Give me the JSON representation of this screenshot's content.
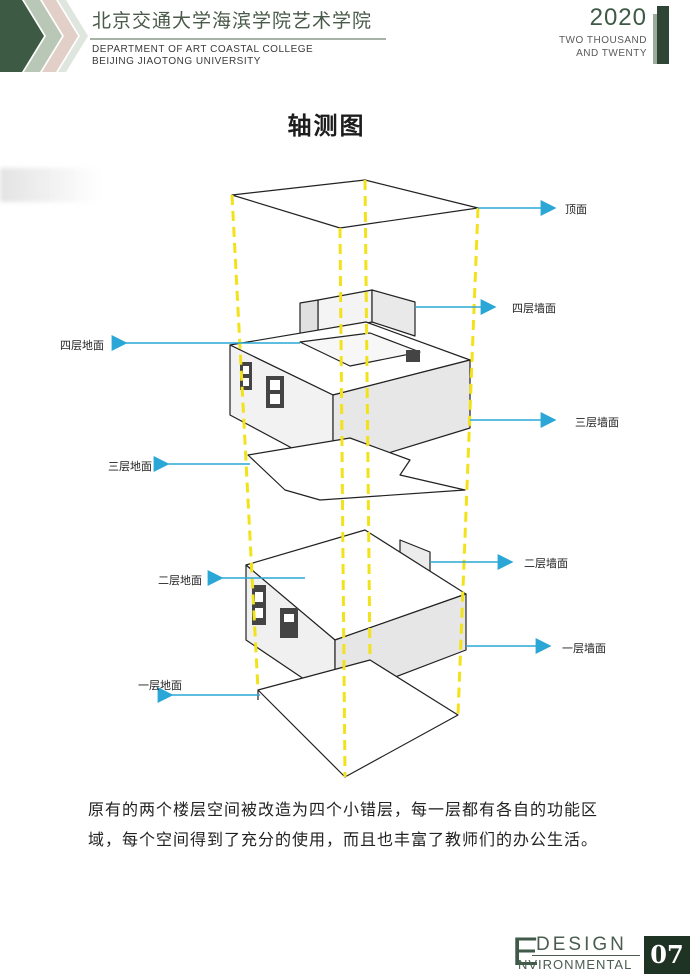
{
  "header": {
    "cn_title": "北京交通大学海滨学院艺术学院",
    "en_line1": "DEPARTMENT OF ART COASTAL COLLEGE",
    "en_line2": "BEIJING JIAOTONG UNIVERSITY",
    "year": "2020",
    "year_words_1": "TWO THOUSAND",
    "year_words_2": "AND TWENTY"
  },
  "page_title": "轴测图",
  "labels": {
    "roof": "顶面",
    "f4_wall": "四层墙面",
    "f4_floor": "四层地面",
    "f3_wall": "三层墙面",
    "f3_floor": "三层地面",
    "f2_wall": "二层墙面",
    "f2_floor": "二层地面",
    "f1_wall": "一层墙面",
    "f1_floor": "一层地面"
  },
  "paragraph": "原有的两个楼层空间被改造为四个小错层，每一层都有各自的功能区域，每个空间得到了充分的使用，而且也丰富了教师们的办公生活。",
  "footer": {
    "design_letter": "E",
    "design": "DESIGN",
    "environmental": "NVIRONMENTAL",
    "page_number": "07"
  },
  "colors": {
    "accent_green": "#2f4636",
    "arrow_blue": "#2aa7d6",
    "guide_yellow": "#f2e21a"
  }
}
